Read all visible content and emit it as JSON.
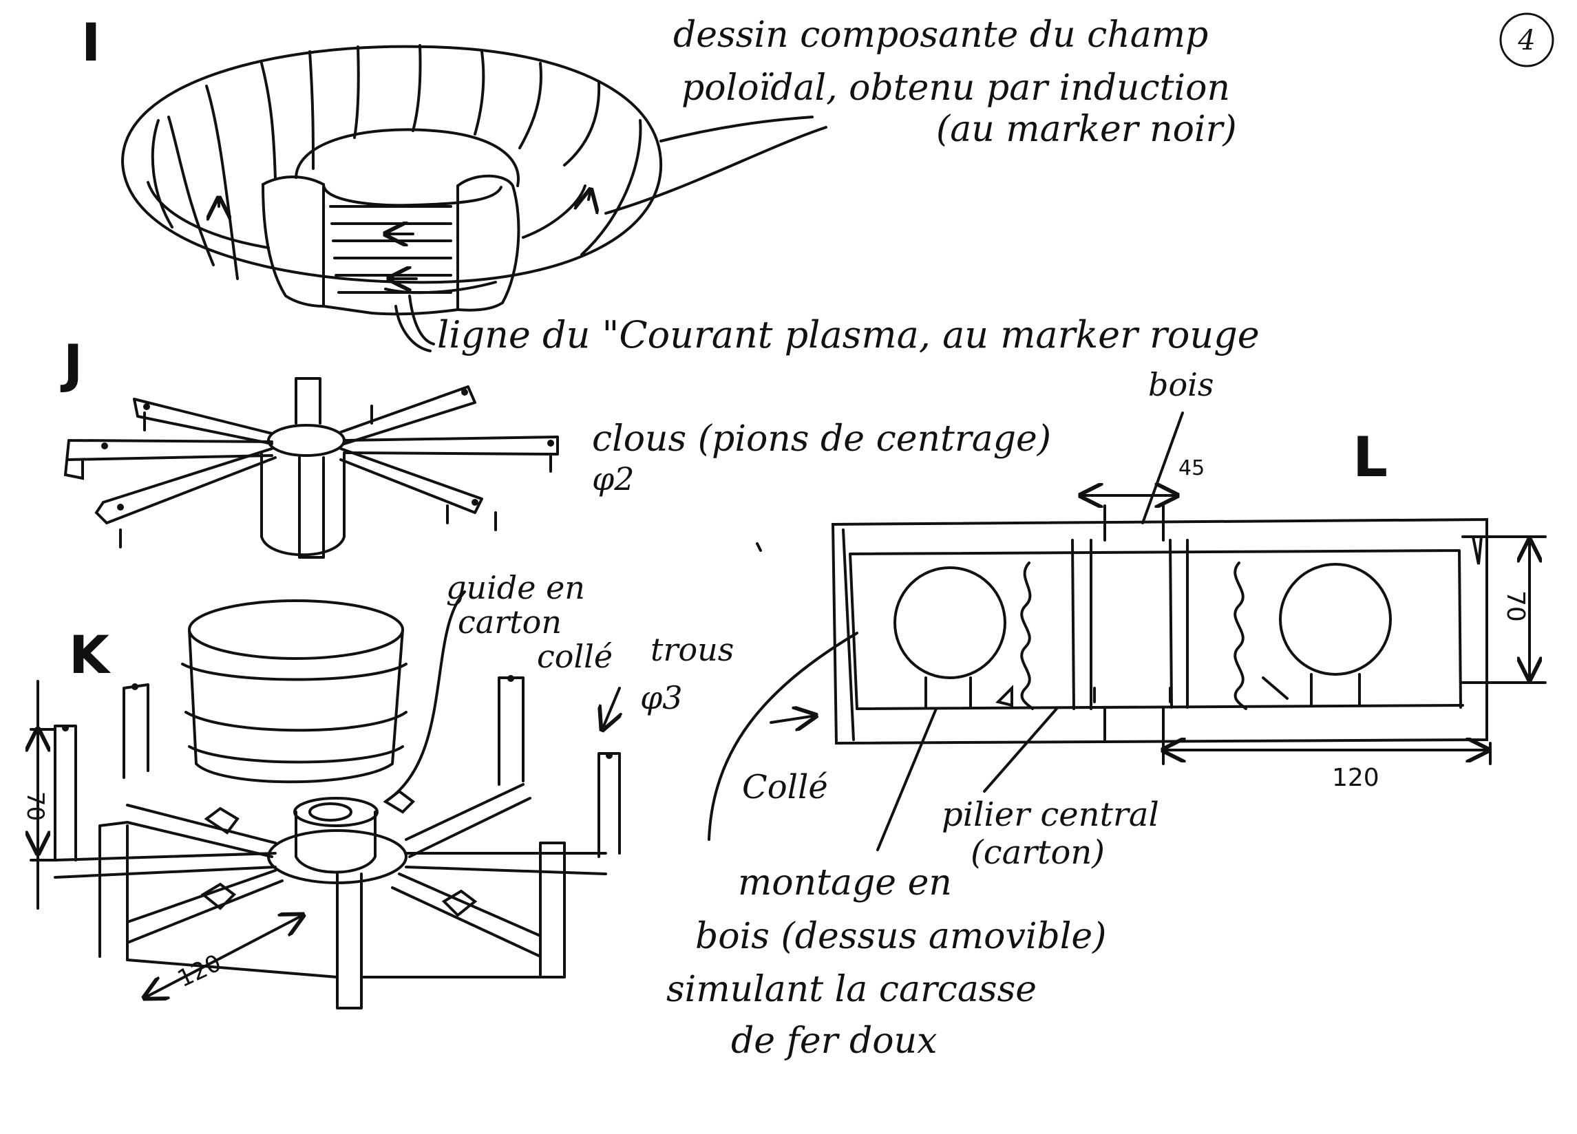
{
  "page": {
    "number": "4"
  },
  "ink_color": "#111111",
  "paper_color": "#ffffff",
  "figures": {
    "I": {
      "letter": "I",
      "note_lines": [
        "dessin composante du champ",
        "poloïdal, obtenu par induction",
        "(au marker noir)"
      ],
      "plasma_line": "ligne du \"Courant plasma, au marker rouge"
    },
    "J": {
      "letter": "J",
      "note_line1": "clous (pions de centrage)",
      "note_line2": "φ2"
    },
    "K": {
      "letter": "K",
      "guide_lines": [
        "guide en",
        "carton",
        "collé"
      ],
      "holes_line1": "trous",
      "holes_line2": "φ3",
      "dim_height": "70",
      "dim_length": "120"
    },
    "L": {
      "letter": "L",
      "wood_label": "bois",
      "dim_45": "45",
      "dim_70": "70",
      "dim_120": "120",
      "glued_label": "Collé",
      "pillar_lines": [
        "pilier central",
        "(carton)"
      ],
      "assembly_lines": [
        "montage en",
        "bois (dessus amovible)",
        "simulant la carcasse",
        "de fer doux"
      ]
    }
  }
}
